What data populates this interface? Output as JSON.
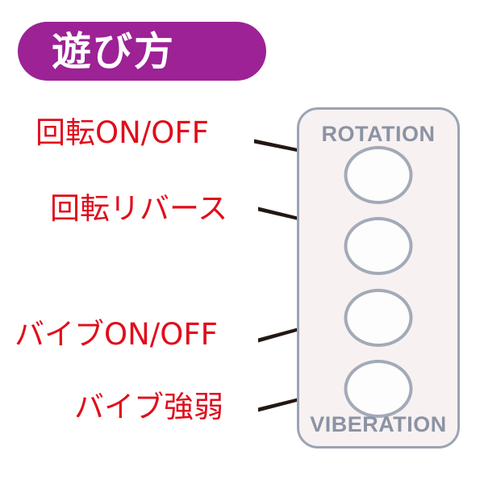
{
  "header": {
    "title": "遊び方",
    "banner_color": "#9c2296",
    "title_color": "#ffffff"
  },
  "callouts": [
    {
      "id": "rotation-onoff",
      "label": "回転ON/OFF",
      "color": "#e00d1b",
      "target_button": 1
    },
    {
      "id": "rotation-reverse",
      "label": "回転リバース",
      "color": "#e00d1b",
      "target_button": 2
    },
    {
      "id": "vibe-onoff",
      "label": "バイブON/OFF",
      "color": "#e00d1b",
      "target_button": 3
    },
    {
      "id": "vibe-strength",
      "label": "バイブ強弱",
      "color": "#e00d1b",
      "target_button": 4
    }
  ],
  "device": {
    "caption_top": "ROTATION",
    "caption_bottom": "VIBERATION",
    "body_color": "#f7f1f2",
    "border_color": "#9ba4b2",
    "caption_color": "#8b93a3",
    "button_fill": "#fdfdfd",
    "button_border": "#a3aab7",
    "button_count": 4
  },
  "leader_lines": {
    "color": "#241713",
    "count": 4
  }
}
